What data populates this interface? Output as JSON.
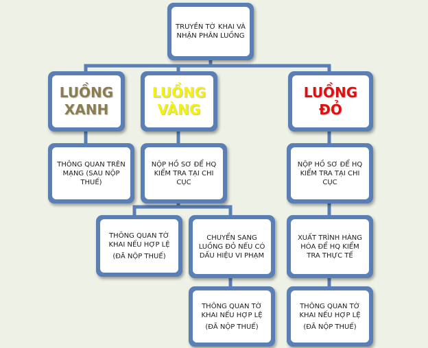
{
  "colors": {
    "background": "#eef1e6",
    "box_border": "#5a7fb5",
    "connector": "#5a7fb5",
    "xanh": "#8b7d4f",
    "vang": "#f2f20a",
    "do": "#e01010"
  },
  "nodes": {
    "root": {
      "lines": [
        "TRUYỀN TỜ KHAI VÀ",
        "NHẬN PHÂN LUỒNG"
      ]
    },
    "luong_xanh": {
      "lines": [
        "LUỒNG",
        "XANH"
      ]
    },
    "luong_vang": {
      "lines": [
        "LUỒNG",
        "VÀNG"
      ]
    },
    "luong_do": {
      "lines": [
        "LUỒNG",
        "ĐỎ"
      ]
    },
    "xanh_thong_quan": {
      "lines": [
        "THÔNG QUAN TRÊN",
        "MẠNG  (SAU NỘP",
        "THUẾ)"
      ]
    },
    "vang_nop_ho_so": {
      "lines": [
        "NỘP HỒ SƠ ĐỂ HQ",
        "KIỂM TRA TẠI CHI",
        "CỤC"
      ]
    },
    "vang_thong_quan": {
      "lines": [
        "THÔNG QUAN TỜ",
        "KHAI NẾU HỢP LỆ",
        "(ĐÃ NỘP THUẾ)"
      ]
    },
    "vang_chuyen_sang": {
      "lines": [
        "CHUYỂN SANG",
        "LUỒNG ĐỎ NẾU CÓ",
        "DẤU HIỆU VI PHẠM"
      ]
    },
    "vang_chuyen_thong_quan": {
      "lines": [
        "THÔNG QUAN TỜ",
        "KHAI NẾU HỢP LỆ",
        "(ĐÃ NỘP THUẾ)"
      ]
    },
    "do_nop_ho_so": {
      "lines": [
        "NỘP HỒ SƠ ĐỂ HQ",
        "KIỂM TRA TẠI CHI",
        "CỤC"
      ]
    },
    "do_xuat_trinh": {
      "lines": [
        "XUẤT TRÌNH HÀNG",
        "HÓA ĐỂ HQ KIỂM",
        "TRA THỰC TẾ"
      ]
    },
    "do_thong_quan": {
      "lines": [
        "THÔNG QUAN TỜ",
        "KHAI NẾU HỢP LỆ",
        "(ĐÃ NỘP THUẾ)"
      ]
    }
  }
}
